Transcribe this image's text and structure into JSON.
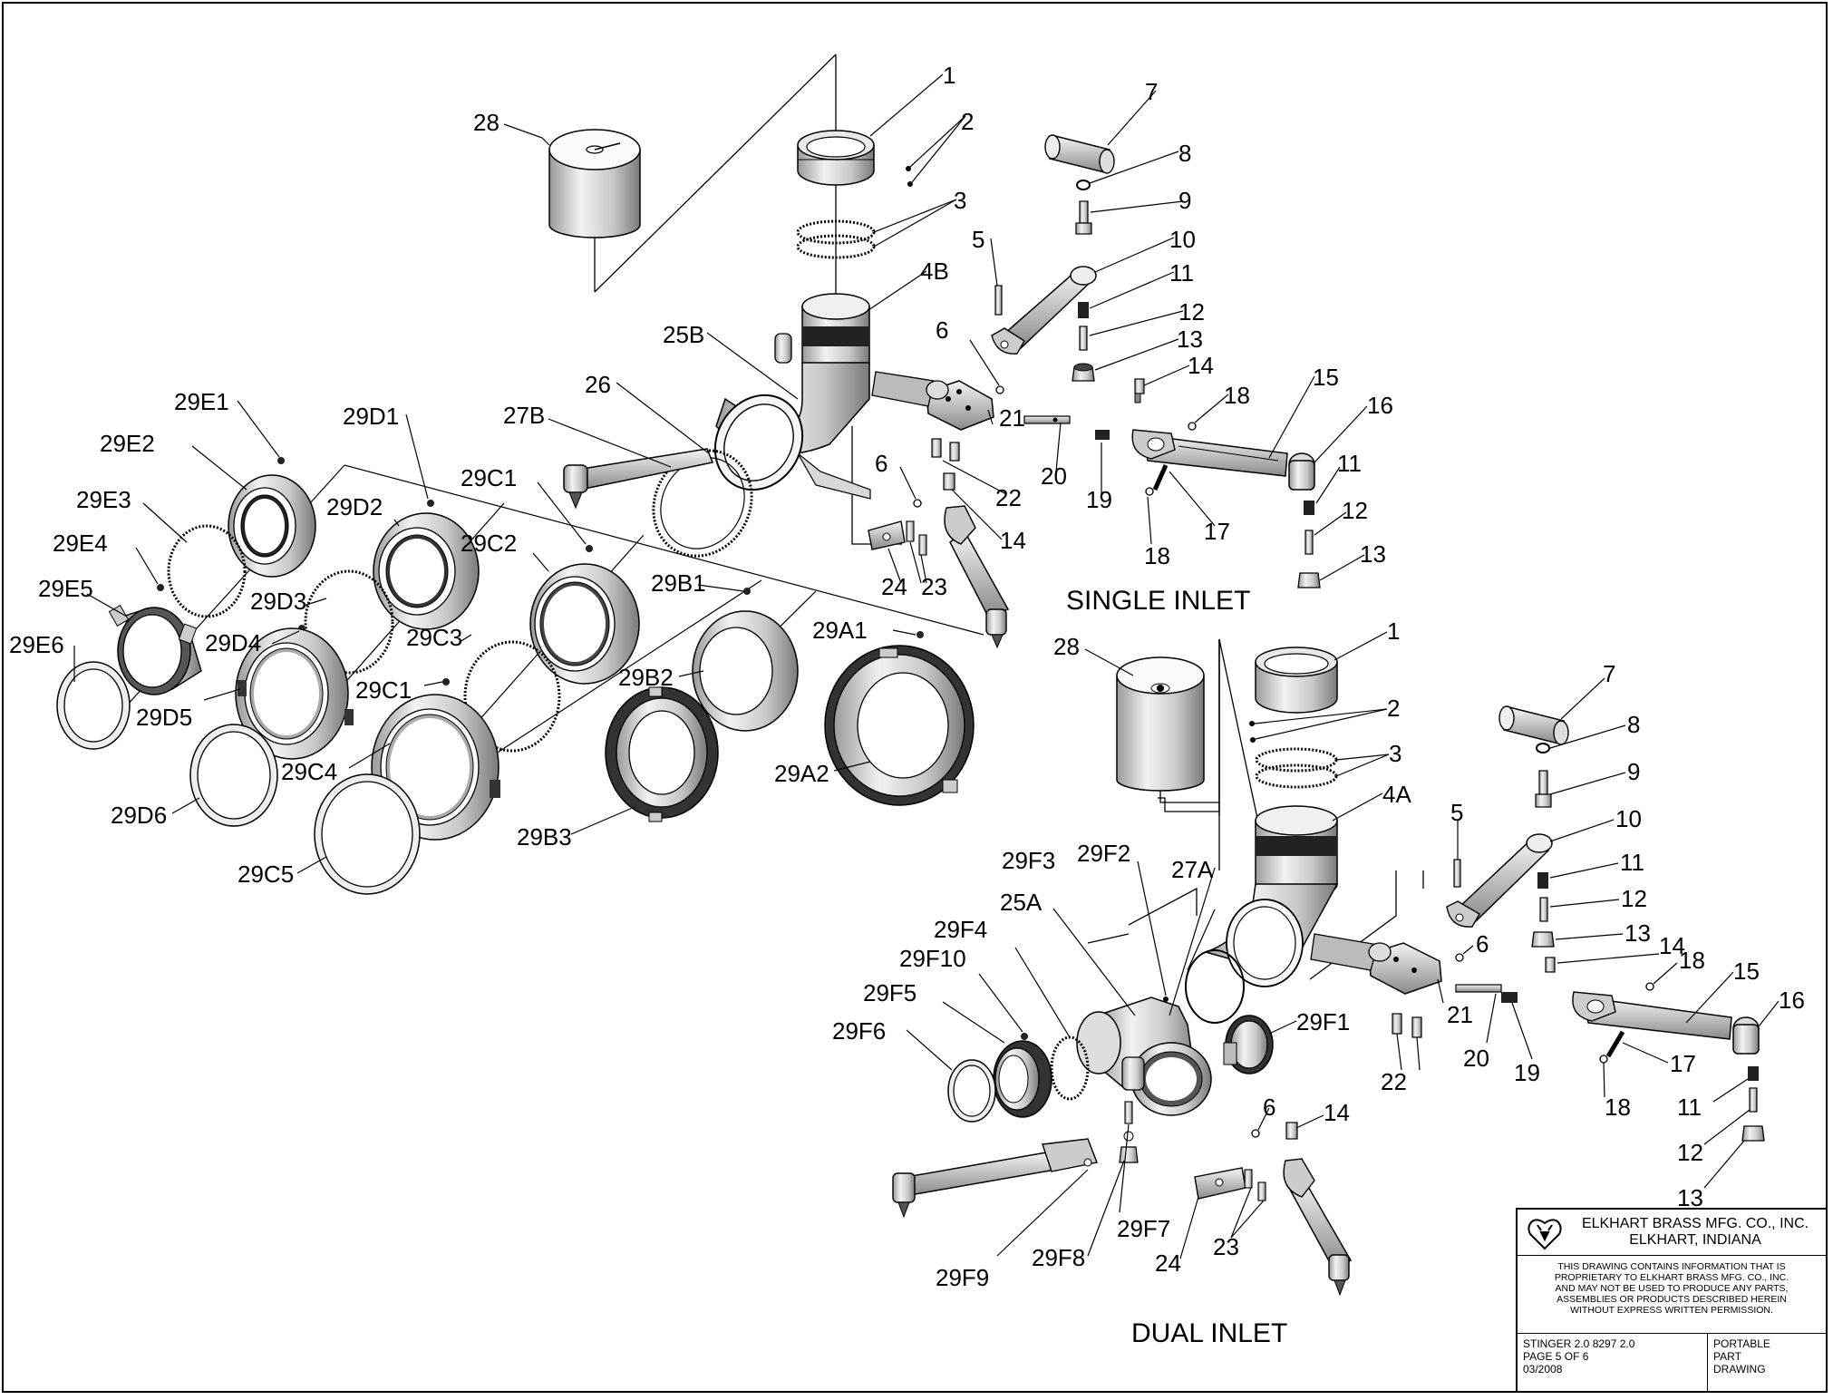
{
  "labels_single": {
    "l28": "28",
    "l1": "1",
    "l2": "2",
    "l3": "3",
    "l4B": "4B",
    "l5": "5",
    "l6a": "6",
    "l7": "7",
    "l8": "8",
    "l9": "9",
    "l10": "10",
    "l11a": "11",
    "l12a": "12",
    "l13a": "13",
    "l14a": "14",
    "l15": "15",
    "l16": "16",
    "l18a": "18",
    "l17": "17",
    "l18b": "18",
    "l11b": "11",
    "l12b": "12",
    "l13b": "13",
    "l25B": "25B",
    "l26": "26",
    "l27B": "27B",
    "l21": "21",
    "l20": "20",
    "l19": "19",
    "l22": "22",
    "l14b": "14",
    "l6b": "6",
    "l24": "24",
    "l23": "23"
  },
  "labels_adapters": {
    "l29E1": "29E1",
    "l29E2": "29E2",
    "l29E3": "29E3",
    "l29E4": "29E4",
    "l29E5": "29E5",
    "l29E6": "29E6",
    "l29D1": "29D1",
    "l29D2": "29D2",
    "l29D3": "29D3",
    "l29D4": "29D4",
    "l29D5": "29D5",
    "l29D6": "29D6",
    "l29C1a": "29C1",
    "l29C2": "29C2",
    "l29C3": "29C3",
    "l29C1b": "29C1",
    "l29C4": "29C4",
    "l29C5": "29C5",
    "l29B1": "29B1",
    "l29B2": "29B2",
    "l29B3": "29B3",
    "l29A1": "29A1",
    "l29A2": "29A2"
  },
  "labels_dual": {
    "l28": "28",
    "l1": "1",
    "l2": "2",
    "l3": "3",
    "l4A": "4A",
    "l7": "7",
    "l8": "8",
    "l9": "9",
    "l10": "10",
    "l11a": "11",
    "l12a": "12",
    "l13a": "13",
    "l5": "5",
    "l6a": "6",
    "l14a": "14",
    "l18a": "18",
    "l15": "15",
    "l16": "16",
    "l17": "17",
    "l18b": "18",
    "l11b": "11",
    "l12b": "12",
    "l13b": "13",
    "l21": "21",
    "l20": "20",
    "l19": "19",
    "l22": "22",
    "l29F3": "29F3",
    "l29F2": "29F2",
    "l27A": "27A",
    "l25A": "25A",
    "l29F4": "29F4",
    "l29F10": "29F10",
    "l29F5": "29F5",
    "l29F6": "29F6",
    "l29F1": "29F1",
    "l29F9": "29F9",
    "l29F8": "29F8",
    "l29F7": "29F7",
    "l6b": "6",
    "l14b": "14",
    "l24": "24",
    "l23": "23"
  },
  "captions": {
    "single": "SINGLE INLET",
    "dual": "DUAL INLET"
  },
  "title_block": {
    "company_line1": "ELKHART BRASS MFG. CO., INC.",
    "company_line2": "ELKHART, INDIANA",
    "notice": [
      "THIS DRAWING CONTAINS INFORMATION THAT IS",
      "PROPRIETARY TO ELKHART BRASS MFG. CO., INC.",
      "AND MAY NOT BE USED TO PRODUCE ANY PARTS,",
      "ASSEMBLIES OR PRODUCTS DESCRIBED HEREIN",
      "WITHOUT EXPRESS WRITTEN PERMISSION."
    ],
    "model": "STINGER 2.0 8297 2.0",
    "page": "PAGE  5  OF  6",
    "date": "03/2008",
    "type": [
      "PORTABLE",
      "PART",
      "DRAWING"
    ]
  }
}
